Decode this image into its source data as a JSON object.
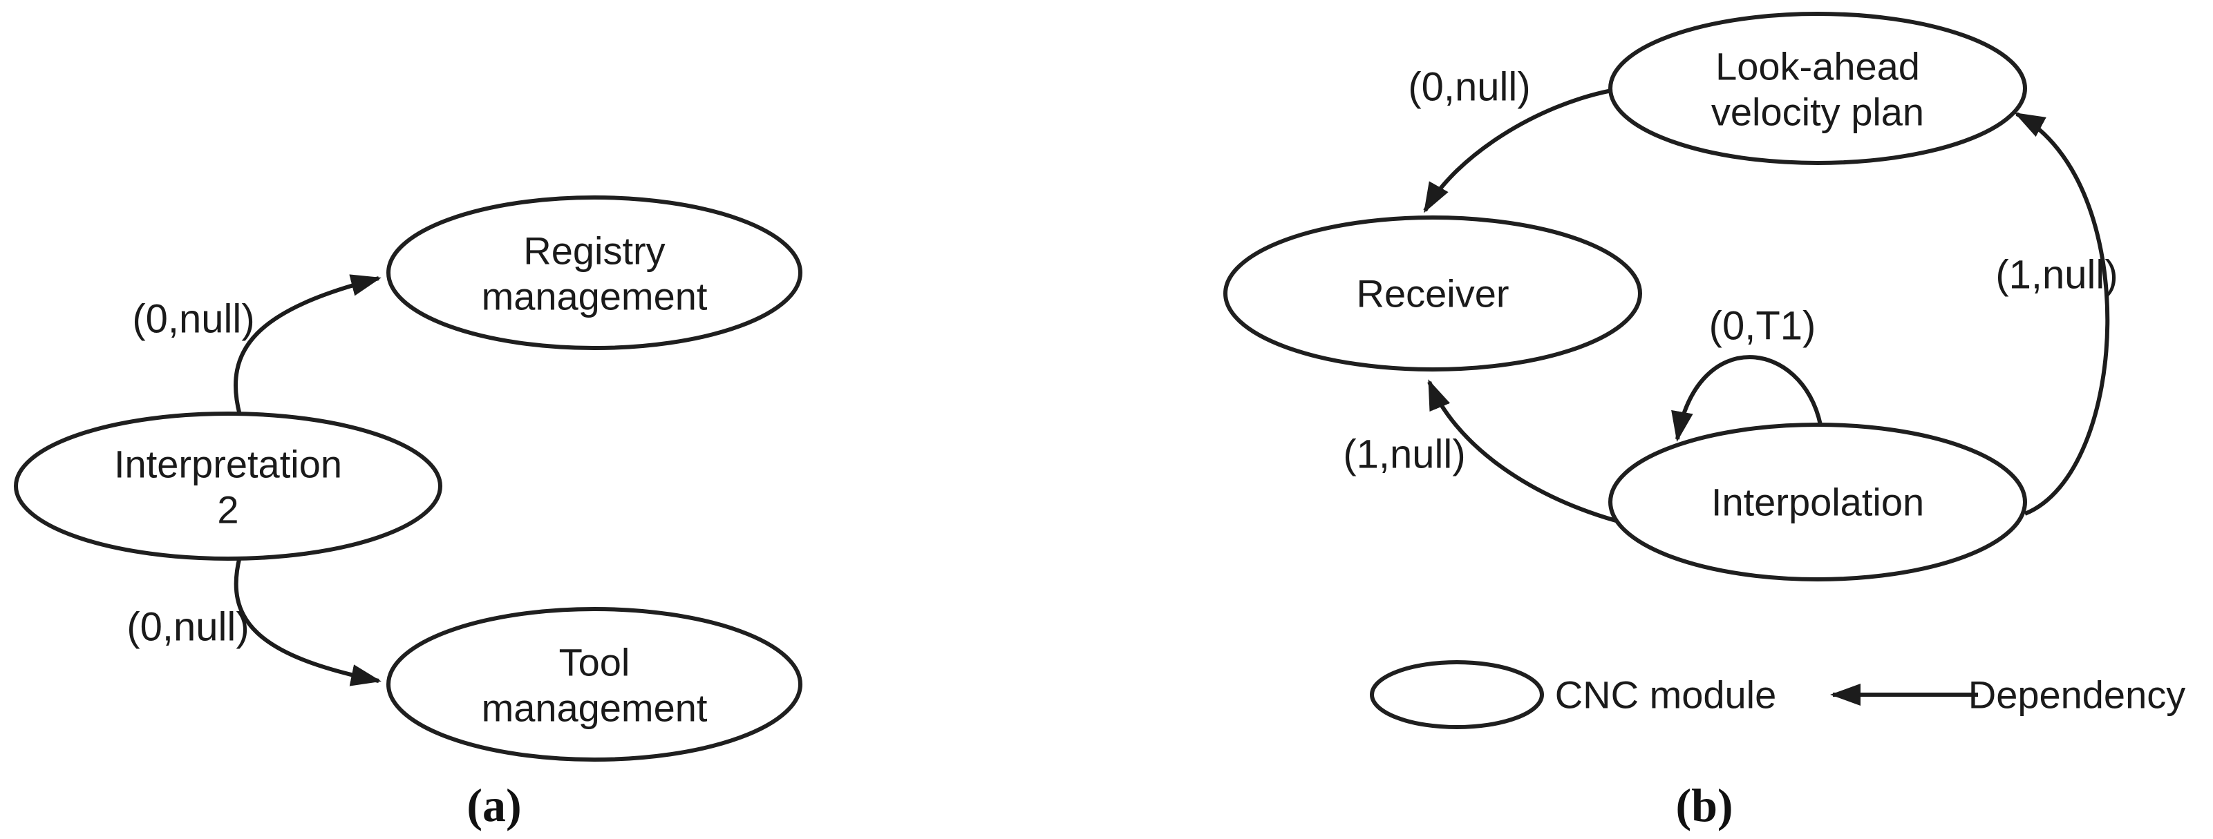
{
  "panel_a": {
    "caption": "(a)",
    "nodes": {
      "interpretation2": {
        "line1": "Interpretation",
        "line2": "2"
      },
      "registry": {
        "line1": "Registry",
        "line2": "management"
      },
      "tool": {
        "line1": "Tool",
        "line2": "management"
      }
    },
    "edges": {
      "interp_to_registry": {
        "label": "(0,null)"
      },
      "interp_to_tool": {
        "label": "(0,null)"
      }
    }
  },
  "panel_b": {
    "caption": "(b)",
    "nodes": {
      "look_ahead": {
        "line1": "Look-ahead",
        "line2": "velocity plan"
      },
      "receiver": {
        "label": "Receiver"
      },
      "interpolation": {
        "label": "Interpolation"
      }
    },
    "edges": {
      "lookahead_to_receiver": {
        "label": "(0,null)"
      },
      "interpolation_to_receiver": {
        "label": "(1,null)"
      },
      "interpolation_self_loop": {
        "label": "(0,T1)"
      },
      "interpolation_to_lookahead": {
        "label": "(1,null)"
      }
    },
    "legend": {
      "module_label": "CNC module",
      "dependency_label": "Dependency"
    }
  },
  "colors": {
    "stroke": "#1c1c1c",
    "text": "#1a1a1a",
    "background": "#ffffff"
  }
}
